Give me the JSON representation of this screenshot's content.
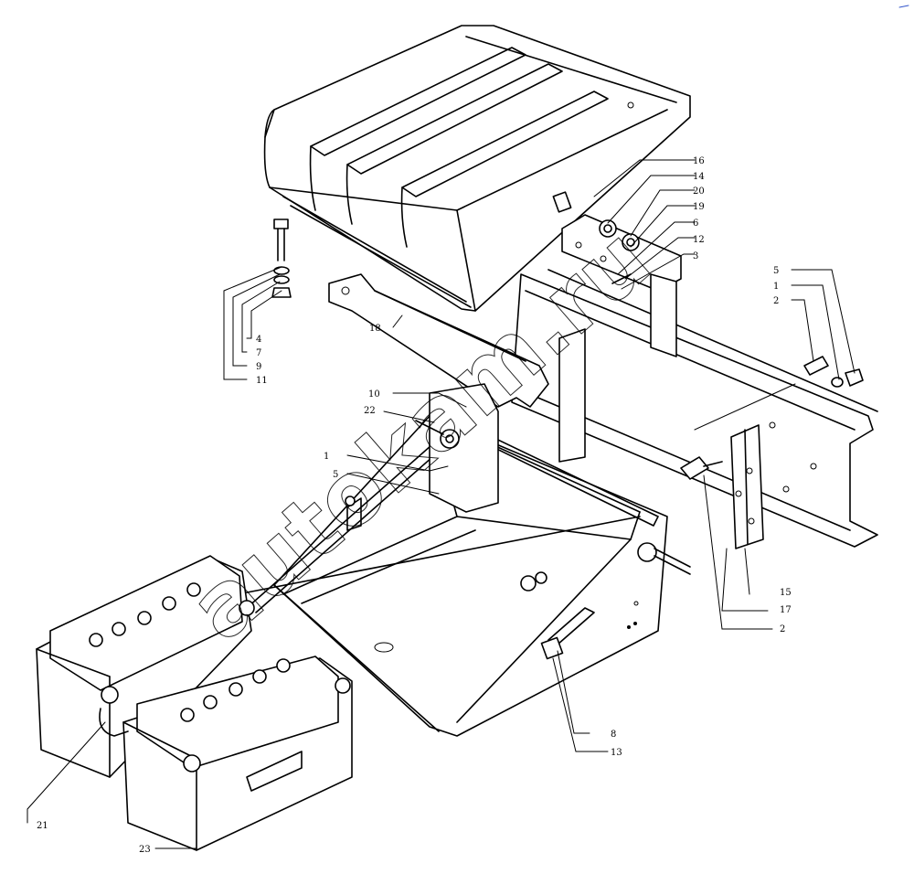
{
  "watermark": "autokam.ru",
  "callouts": [
    "16",
    "14",
    "20",
    "19",
    "6",
    "12",
    "3",
    "5",
    "1",
    "2",
    "4",
    "7",
    "9",
    "11",
    "18",
    "10",
    "22",
    "1",
    "5",
    "15",
    "17",
    "2",
    "8",
    "13",
    "21",
    "23"
  ]
}
